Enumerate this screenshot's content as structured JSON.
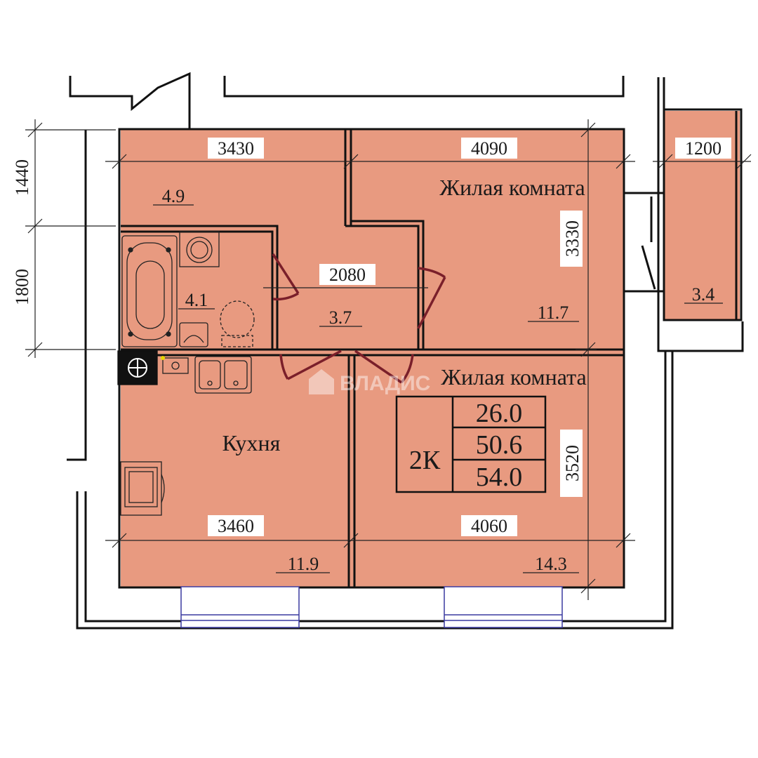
{
  "colors": {
    "room_fill": "#e89a80",
    "wall": "#111111",
    "door": "#7a1f2a",
    "dim_line": "#222222",
    "window": "#3a3aa0",
    "label_bg": "#ffffff"
  },
  "rooms": {
    "hall_area": "4.9",
    "bath_area": "4.1",
    "corridor_area": "3.7",
    "living1_area": "11.7",
    "living1_name": "Жилая комната",
    "living2_name": "Жилая комната",
    "living2_area": "14.3",
    "kitchen_name": "Кухня",
    "kitchen_area": "11.9",
    "balcony_area": "3.4"
  },
  "dimensions": {
    "hall_width": "3430",
    "living1_width": "4090",
    "balcony_width": "1200",
    "corridor_width": "2080",
    "kitchen_width": "3460",
    "living2_width": "4060",
    "left_upper_height": "1440",
    "left_lower_height": "1800",
    "living1_height": "3330",
    "living2_height": "3520"
  },
  "summary": {
    "type": "2К",
    "area_living": "26.0",
    "area_total": "50.6",
    "area_with_balcony": "54.0"
  },
  "watermark": {
    "icon": "house-logo-icon",
    "text": "ВЛАДИС"
  }
}
